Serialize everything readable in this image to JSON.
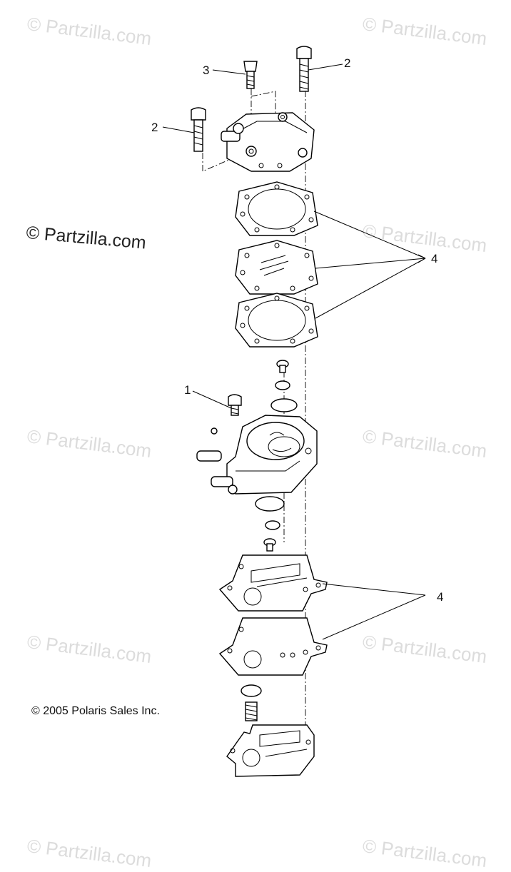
{
  "watermarks": {
    "tile_text": "© Partzilla.com",
    "main_text": "© Partzilla.com",
    "color": "#dcdcdc"
  },
  "copyright": "© 2005 Polaris Sales Inc.",
  "callouts": [
    {
      "id": "1",
      "label": "1"
    },
    {
      "id": "2a",
      "label": "2"
    },
    {
      "id": "2b",
      "label": "2"
    },
    {
      "id": "3",
      "label": "3"
    },
    {
      "id": "4a",
      "label": "4"
    },
    {
      "id": "4b",
      "label": "4"
    }
  ]
}
